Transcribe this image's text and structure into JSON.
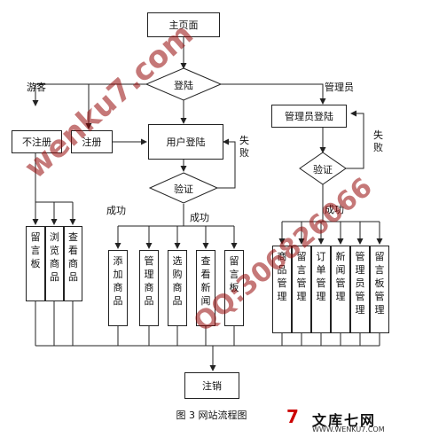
{
  "nodes": {
    "home": "主页面",
    "login": "登陆",
    "no_register": "不注册",
    "register": "注册",
    "user_login": "用户登陆",
    "verify_left": "验证",
    "admin_login": "管理员登陆",
    "verify_right": "验证",
    "logout": "注销"
  },
  "edge_labels": {
    "guest": "游客",
    "admin": "管理员",
    "fail_left": "失败",
    "fail_right": "失败",
    "success_mid_a": "成功",
    "success_mid_b": "成功",
    "success_right": "成功"
  },
  "guest_boxes": [
    "留言板",
    "浏览商品",
    "查看商品"
  ],
  "user_boxes": [
    "添加商品",
    "管理商品",
    "选购商品",
    "查看新闻",
    "留言板"
  ],
  "admin_boxes": [
    "商品管理",
    "留言管理",
    "订单管理",
    "新闻管理",
    "管理员管理",
    "留言板管理"
  ],
  "caption": "图 3  网站流程图",
  "watermarks": {
    "site": "wenku7.com",
    "qq": "QQ:306826066"
  },
  "logo": {
    "mark": "7",
    "name": "文库七网",
    "url": "WWW.WENKU7.COM"
  }
}
